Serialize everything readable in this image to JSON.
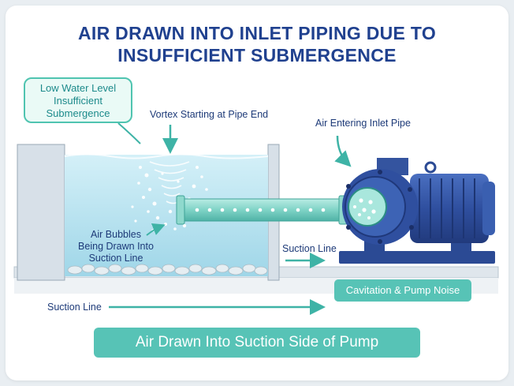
{
  "title": {
    "line1": "AIR DRAWN INTO INLET PIPING DUE TO",
    "line2": "INSUFFICIENT SUBMERGENCE"
  },
  "callout": {
    "line1": "Low Water Level",
    "line2": "Insufficient",
    "line3": "Submergence"
  },
  "labels": {
    "vortex": "Vortex Starting at Pipe End",
    "air_entering": "Air Entering Inlet Pipe",
    "bubbles_line1": "Air Bubbles",
    "bubbles_line2": "Being Drawn Into",
    "bubbles_line3": "Suction Line",
    "suction_line_right": "Suction Line",
    "suction_line_bottom": "Suction Line",
    "cavitation": "Cavitation & Pump Noise"
  },
  "banner": "Air Drawn Into Suction Side of Pump",
  "colors": {
    "title": "#20418f",
    "teal": "#57c3b6",
    "water": "#bfe6f2",
    "pump": "#2f4f9f",
    "label": "#1d3a78"
  }
}
